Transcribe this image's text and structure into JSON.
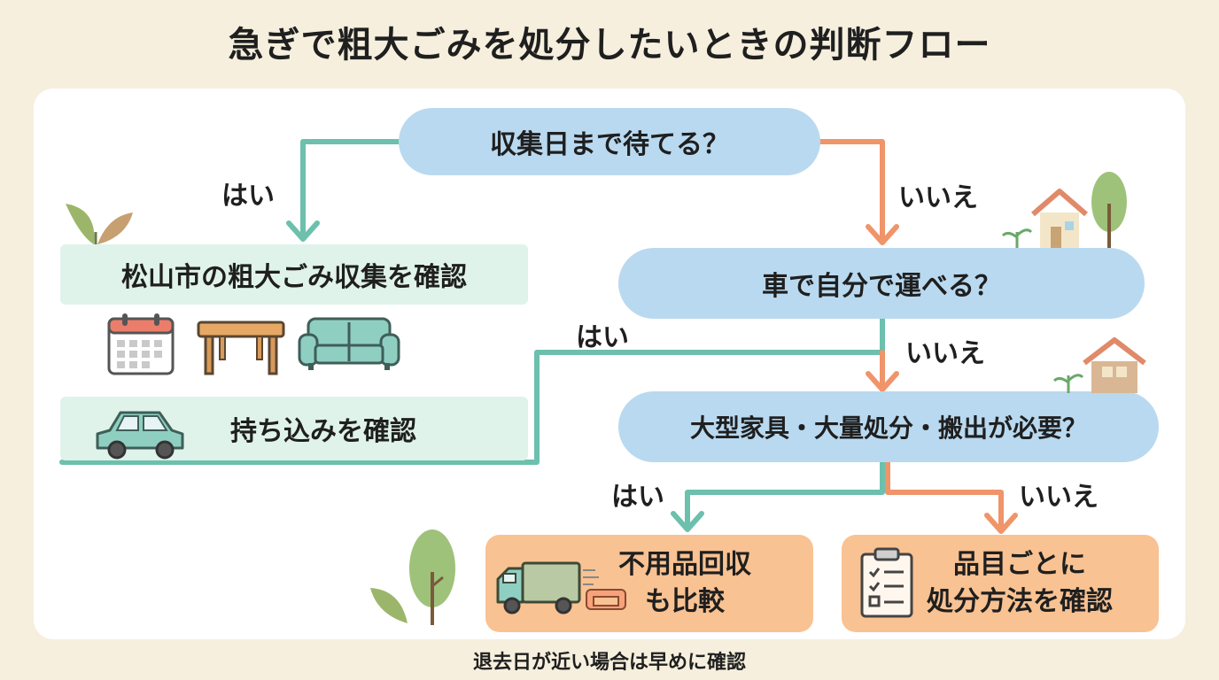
{
  "title": "急ぎで粗大ごみを処分したいときの判断フロー",
  "nodes": {
    "q1": "収集日まで待てる？",
    "q2": "車で自分で運べる？",
    "q3": "大型家具・大量処分・搬出が必要？",
    "r_city": "松山市の粗大ごみ収集を確認",
    "r_bringin": "持ち込みを確認",
    "r_recycle_line1": "不用品回収",
    "r_recycle_line2": "も比較",
    "r_each_line1": "品目ごとに",
    "r_each_line2": "処分方法を確認"
  },
  "edges": {
    "q1_yes": "はい",
    "q1_no": "いいえ",
    "q2_yes": "はい",
    "q2_no": "いいえ",
    "q3_yes": "はい",
    "q3_no": "いいえ"
  },
  "footer": "退去日が近い場合は早めに確認",
  "colors": {
    "yes": "#6cc0ad",
    "no": "#f0946a",
    "question": "#b9d9f0",
    "result_green": "#dff3ea",
    "result_orange": "#f9c292"
  },
  "icons": [
    "calendar-icon",
    "table-icon",
    "sofa-icon",
    "car-icon",
    "truck-icon",
    "clipboard-icon",
    "house-icon",
    "tree-icon",
    "leaf-icon"
  ]
}
